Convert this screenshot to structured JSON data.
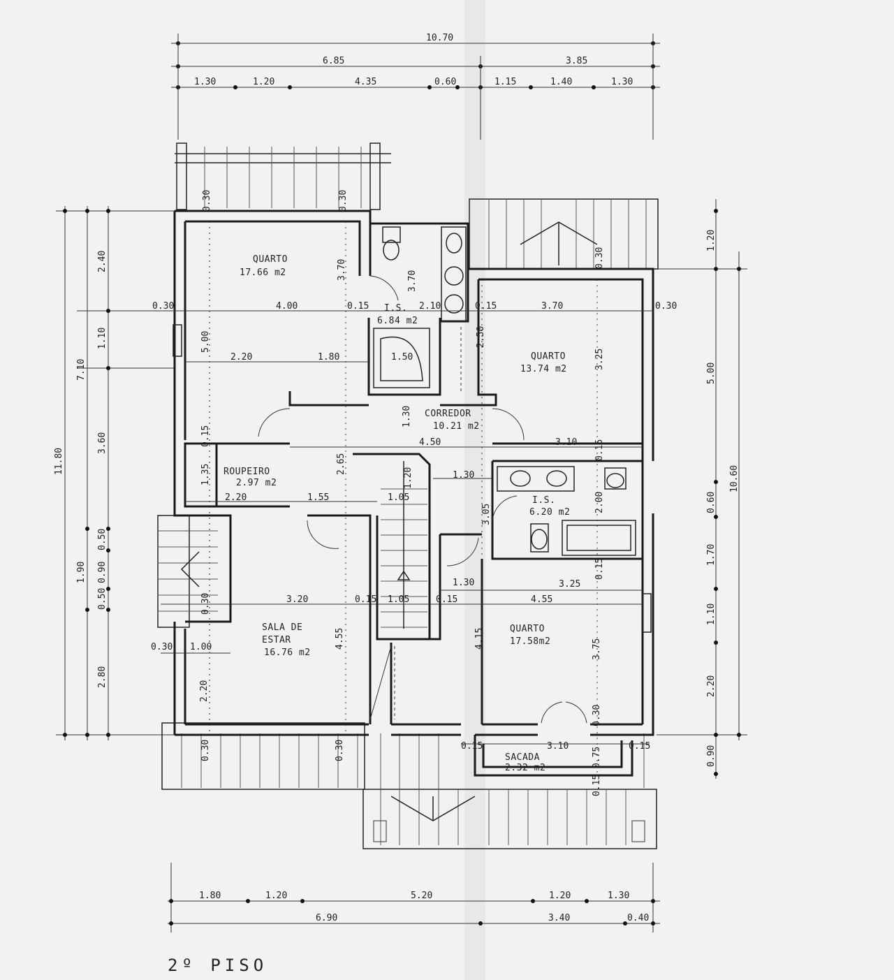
{
  "title": "2º PISO",
  "dimensions": {
    "top_total": "10.70",
    "top_left": "6.85",
    "top_right": "3.85",
    "top_segments": [
      "1.30",
      "1.20",
      "4.35",
      "0.60",
      "1.15",
      "1.40",
      "1.30"
    ],
    "bottom_segments": [
      "1.80",
      "1.20",
      "5.20",
      "1.20",
      "1.30"
    ],
    "bottom_left": "6.90",
    "bottom_right": "3.40",
    "bottom_small": "0.40",
    "left_total": "11.80",
    "left_main": "7.10",
    "left_segments": [
      "2.40",
      "1.10",
      "3.60",
      "0.50",
      "0.90",
      "0.50",
      "2.80"
    ],
    "left_sub_1_90": "1.90",
    "right_segments": [
      "1.20",
      "5.00",
      "0.60",
      "1.70",
      "1.10",
      "2.20",
      "0.90"
    ],
    "right_total": "10.60"
  },
  "rooms": [
    {
      "name": "QUARTO",
      "area": "17.66 m2"
    },
    {
      "name": "I.S.",
      "area": "6.84 m2"
    },
    {
      "name": "QUARTO",
      "area": "13.74 m2"
    },
    {
      "name": "CORREDOR",
      "area": "10.21 m2"
    },
    {
      "name": "ROUPEIRO",
      "area": "2.97 m2"
    },
    {
      "name": "I.S.",
      "area": "6.20 m2"
    },
    {
      "name": "SALA DE",
      "area": "ESTAR"
    },
    {
      "name": "QUARTO",
      "area": "17.58m2"
    },
    {
      "name": "SACADA",
      "area": "2.32 m2"
    }
  ],
  "sala_area": "16.76 m2",
  "inner_dims": {
    "q1_w": "4.00",
    "q1_h": "3.70",
    "q1_h2": "5.00",
    "q1_a": "2.20",
    "q1_b": "1.80",
    "wall_030": "0.30",
    "wall_015": "0.15",
    "is1_w": "2.10",
    "is1_h": "3.70",
    "is1_b": "1.50",
    "q2_w": "3.70",
    "q2_h": "3.25",
    "q2_a": "2.50",
    "corr_w": "4.50",
    "corr_h": "1.30",
    "corr_b": "3.10",
    "corr_c": "2.65",
    "roup_w": "2.20",
    "roup_h": "1.35",
    "roup_b": "1.55",
    "stair_a": "1.20",
    "stair_b": "1.05",
    "stair_c": "1.30",
    "is2_h": "3.05",
    "is2_b": "2.00",
    "q3_a": "1.30",
    "q3_b": "3.25",
    "q3_w": "4.55",
    "q3_h": "4.15",
    "q3_h2": "3.75",
    "sala_w": "3.20",
    "sala_h": "4.55",
    "sala_a": "1.00",
    "sala_b": "2.20",
    "sac_w": "3.10",
    "sac_h": "0.75"
  }
}
